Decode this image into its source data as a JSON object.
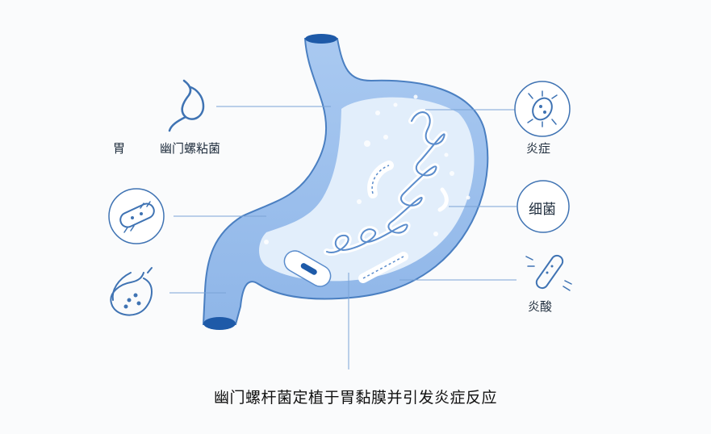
{
  "labels": {
    "stomach": "胃",
    "h_pylori": "幽门螺粘菌",
    "inflammation": "炎症",
    "bacteria": "细菌",
    "acid": "炎酸"
  },
  "caption": "幽门螺杆菌定植于胃黏膜并引发炎症反应",
  "icons": [
    "stomach-outline-icon",
    "bacteria-capsule-icon",
    "stomach-cell-icon",
    "virus-icon",
    "rod-bacterium-icon"
  ],
  "colors": {
    "stomach_fill": "#bcd6f5",
    "stomach_inner": "#e3effc",
    "stroke": "#3f73b3",
    "dark_blue": "#1e5aa8",
    "line": "#7aa3d6",
    "text": "#1f2d3d"
  }
}
